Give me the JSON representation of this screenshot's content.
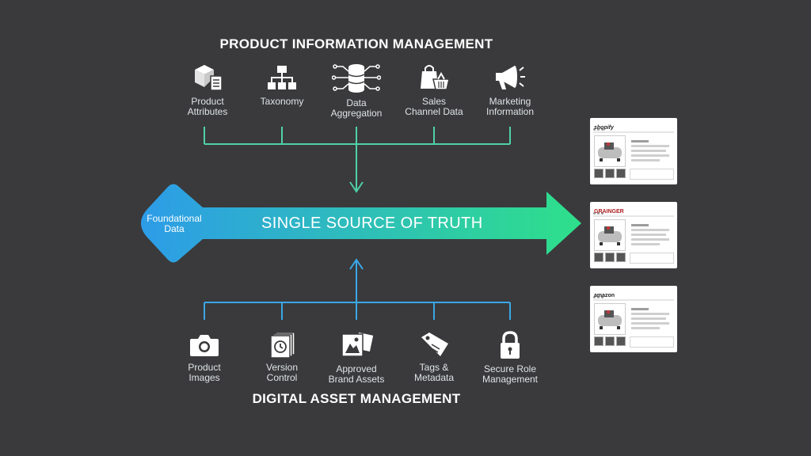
{
  "pim": {
    "title": "PRODUCT INFORMATION MANAGEMENT",
    "items": [
      {
        "label": "Product\nAttributes",
        "icon": "boxes-list-icon"
      },
      {
        "label": "Taxonomy",
        "icon": "hierarchy-icon"
      },
      {
        "label": "Data\nAggregation",
        "icon": "database-network-icon"
      },
      {
        "label": "Sales\nChannel Data",
        "icon": "shopping-bag-basket-icon"
      },
      {
        "label": "Marketing\nInformation",
        "icon": "megaphone-icon"
      }
    ]
  },
  "dam": {
    "title": "DIGITAL ASSET MANAGEMENT",
    "items": [
      {
        "label": "Product\nImages",
        "icon": "camera-icon"
      },
      {
        "label": "Version\nControl",
        "icon": "history-stack-icon"
      },
      {
        "label": "Approved\nBrand Assets",
        "icon": "image-stack-icon"
      },
      {
        "label": "Tags &\nMetadata",
        "icon": "tag-icon"
      },
      {
        "label": "Secure Role\nManagement",
        "icon": "padlock-icon"
      }
    ]
  },
  "arrow": {
    "label": "SINGLE SOURCE OF TRUTH",
    "foundational": "Foundational\nData",
    "colors": {
      "start": "#2d9ce8",
      "end": "#2ee08a"
    }
  },
  "channels": [
    {
      "brand": "shopify"
    },
    {
      "brand": "GRAINGER"
    },
    {
      "brand": "amazon"
    }
  ],
  "colors": {
    "pim_line": "#4fd1a5",
    "dam_line": "#3aa7e8",
    "background": "#3a3a3c"
  }
}
